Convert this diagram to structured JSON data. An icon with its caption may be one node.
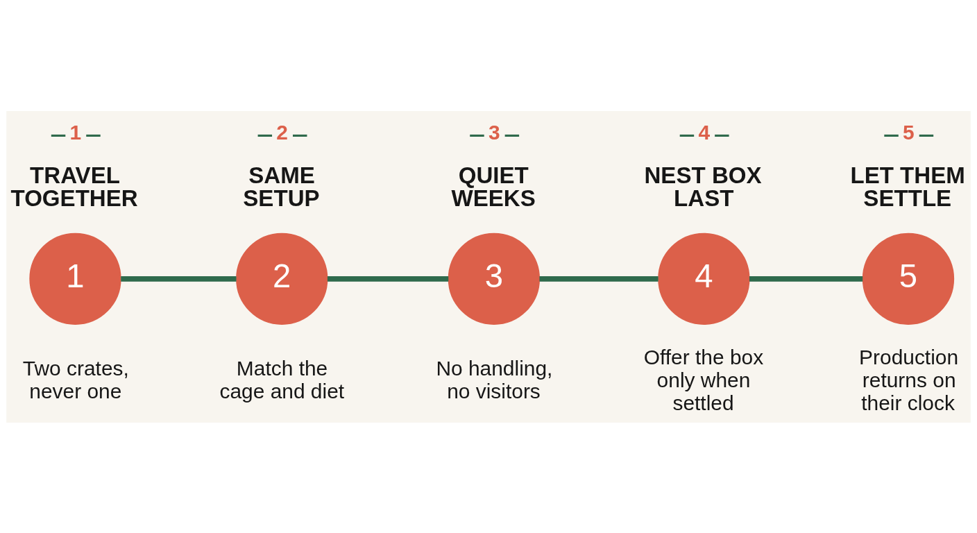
{
  "diagram": {
    "nodes": [
      {
        "text": [
          "1"
        ],
        "beside": [
          "1",
          "TRAVEL TOGETHER",
          "Two crates, never one"
        ]
      },
      {
        "text": [
          "2"
        ],
        "beside": [
          "2",
          "SAME SETUP",
          "Match the cage and diet"
        ]
      },
      {
        "text": [
          "3"
        ],
        "beside": [
          "3",
          "QUIET WEEKS",
          "No handling, no visitors"
        ]
      },
      {
        "text": [
          "4"
        ],
        "beside": [
          "4",
          "NEST BOX LAST",
          "Offer the box only when settled"
        ]
      },
      {
        "text": [
          "5"
        ],
        "beside": [
          "5",
          "LET THEM SETTLE",
          "Production returns on their clock"
        ]
      }
    ],
    "edges": [
      {
        "from": 0,
        "to": 1,
        "arrow": "none"
      },
      {
        "from": 1,
        "to": 2,
        "arrow": "none"
      },
      {
        "from": 2,
        "to": 3,
        "arrow": "none"
      },
      {
        "from": 3,
        "to": 4,
        "arrow": "none"
      }
    ]
  }
}
